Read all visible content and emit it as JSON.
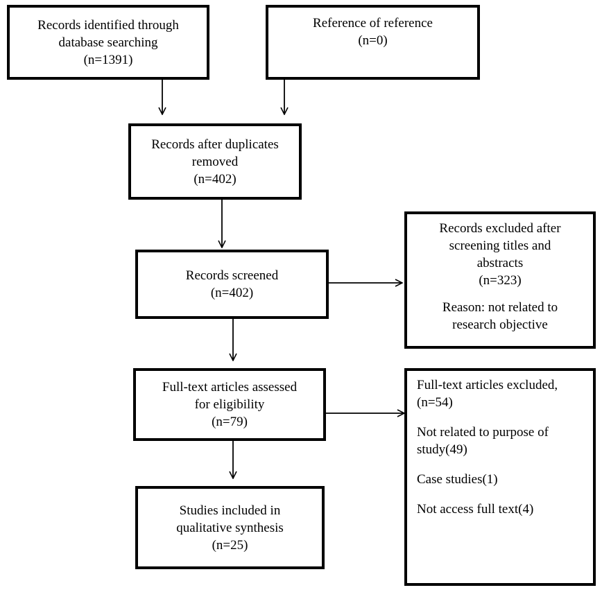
{
  "boxes": {
    "identified": {
      "line1": "Records identified through",
      "line2": "database searching",
      "count": "(n=1391)"
    },
    "reference": {
      "line1": "Reference of reference",
      "count": "(n=0)"
    },
    "duplicates_removed": {
      "line1": "Records after duplicates",
      "line2": "removed",
      "count": "(n=402)"
    },
    "screened": {
      "line1": "Records screened",
      "count": "(n=402)"
    },
    "excluded_screening": {
      "line1": "Records excluded after",
      "line2": "screening titles and",
      "line3": "abstracts",
      "count": "(n=323)",
      "reason_line1": "Reason: not related to",
      "reason_line2": "research objective"
    },
    "fulltext_assessed": {
      "line1": "Full-text articles assessed",
      "line2": "for eligibility",
      "count": "(n=79)"
    },
    "fulltext_excluded": {
      "line1": "Full-text articles excluded,",
      "count": "(n=54)",
      "reason1_line1": "Not related to purpose of",
      "reason1_line2": "study(49)",
      "reason2": "Case studies(1)",
      "reason3": "Not access full text(4)"
    },
    "included": {
      "line1": "Studies included in",
      "line2": "qualitative synthesis",
      "count": "(n=25)"
    }
  }
}
